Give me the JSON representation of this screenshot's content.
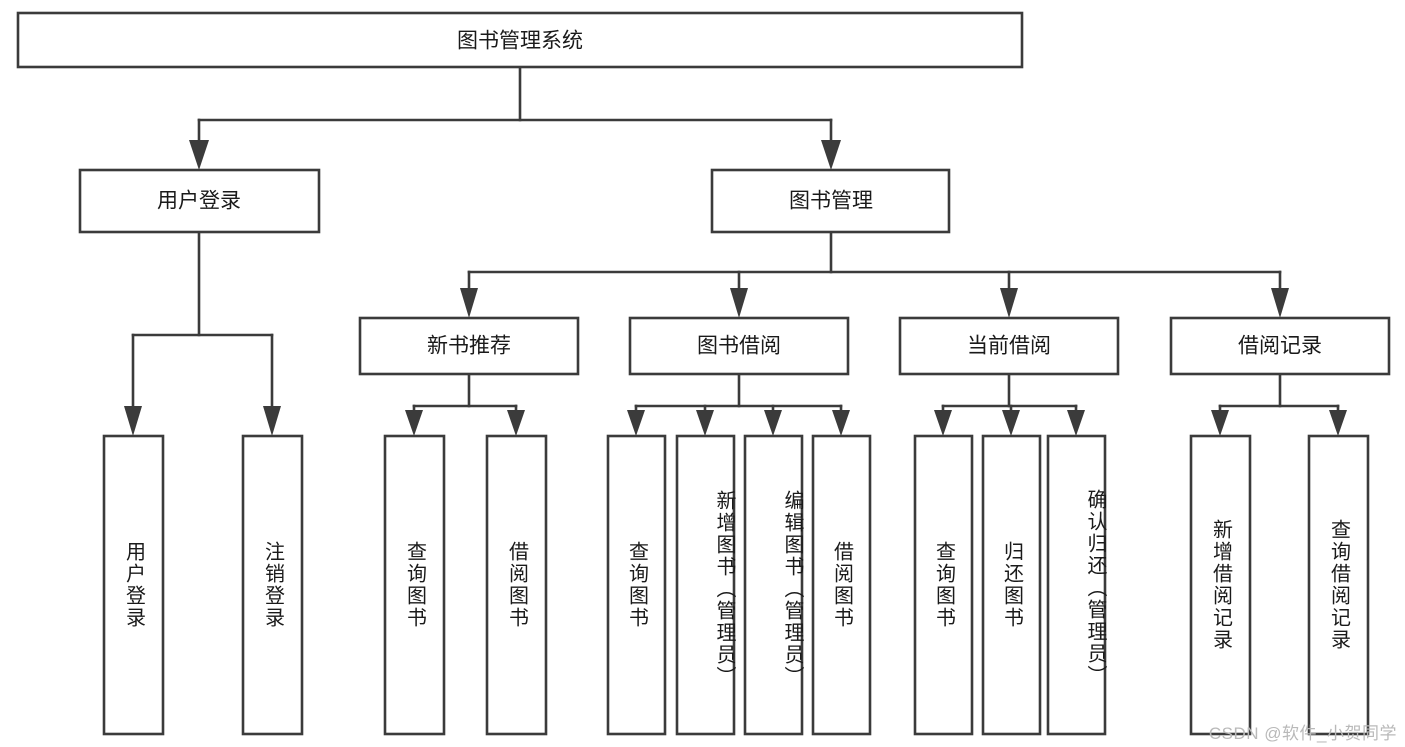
{
  "diagram": {
    "type": "tree",
    "title": "图书管理系统",
    "colors": {
      "box_stroke": "#3b3b3b",
      "box_fill": "#ffffff",
      "text": "#1a1a1a",
      "background": "#ffffff",
      "watermark": "#b9b9b9"
    },
    "root": {
      "label": "图书管理系统"
    },
    "level2": [
      {
        "label": "用户登录"
      },
      {
        "label": "图书管理"
      }
    ],
    "level3": [
      {
        "label": "新书推荐"
      },
      {
        "label": "图书借阅"
      },
      {
        "label": "当前借阅"
      },
      {
        "label": "借阅记录"
      }
    ],
    "leaves": {
      "user_login": [
        {
          "label": "用户登录"
        },
        {
          "label": "注销登录"
        }
      ],
      "new_book_recommend": [
        {
          "label": "查询图书"
        },
        {
          "label": "借阅图书"
        }
      ],
      "book_borrow": [
        {
          "label": "查询图书"
        },
        {
          "label": "新增图书（管理员）"
        },
        {
          "label": "编辑图书（管理员）"
        },
        {
          "label": "借阅图书"
        }
      ],
      "current_borrow": [
        {
          "label": "查询图书"
        },
        {
          "label": "归还图书"
        },
        {
          "label": "确认归还（管理员）"
        }
      ],
      "borrow_record": [
        {
          "label": "新增借阅记录"
        },
        {
          "label": "查询借阅记录"
        }
      ]
    }
  },
  "watermark": {
    "text": "CSDN @软件_小贺同学"
  }
}
